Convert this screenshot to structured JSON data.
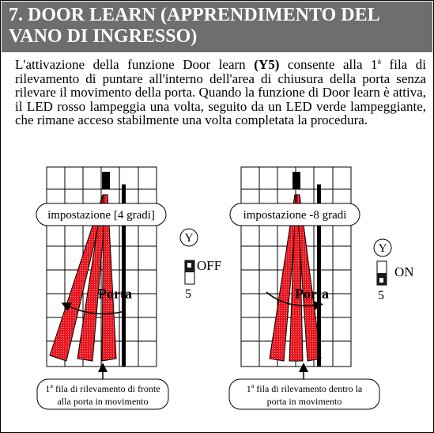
{
  "header": {
    "title_line1": "7. DOOR LEARN (APPRENDIMENTO DEL",
    "title_line2": "VANO DI INGRESSO)"
  },
  "paragraph": {
    "part1": "L'attivazione della funzione Door learn ",
    "bold": "(Y5)",
    "part2": " consente alla 1",
    "sup": "a",
    "part3": " fila di rilevamento di puntare all'interno dell'area di chiusura della porta senza rilevare il movimento della porta. Quando la funzione di Door learn è attiva, il LED rosso lampeggia una volta, seguito da un LED verde lampeggiante, che rimane acceso stabilmente una volta completata la procedura."
  },
  "diagram_left": {
    "setting_label": "impostazione [4 gradi]",
    "door_label": "Porta",
    "dip_label": "Y",
    "switch_state": "OFF",
    "switch_number": "5",
    "caption_sup": "a",
    "caption_line1": " fila di rilevamento di fronte",
    "caption_line2": "alla porta in movimento",
    "caption_num": "1"
  },
  "diagram_right": {
    "setting_label": "impostazione -8 gradi",
    "door_label": "Porta",
    "dip_label": "Y",
    "switch_state": "ON",
    "switch_number": "5",
    "caption_sup": "a",
    "caption_line1": " fila di rilevamento dentro la",
    "caption_line2": "porta in movimento",
    "caption_num": "1"
  },
  "colors": {
    "header_bg": "#6e6e6e",
    "beam_red": "#e8141c",
    "dot_red": "#ff9aa0"
  },
  "icons": [
    "sensor-icon",
    "dip-switch-icon",
    "curved-arrow-icon",
    "arrow-up-icon"
  ]
}
